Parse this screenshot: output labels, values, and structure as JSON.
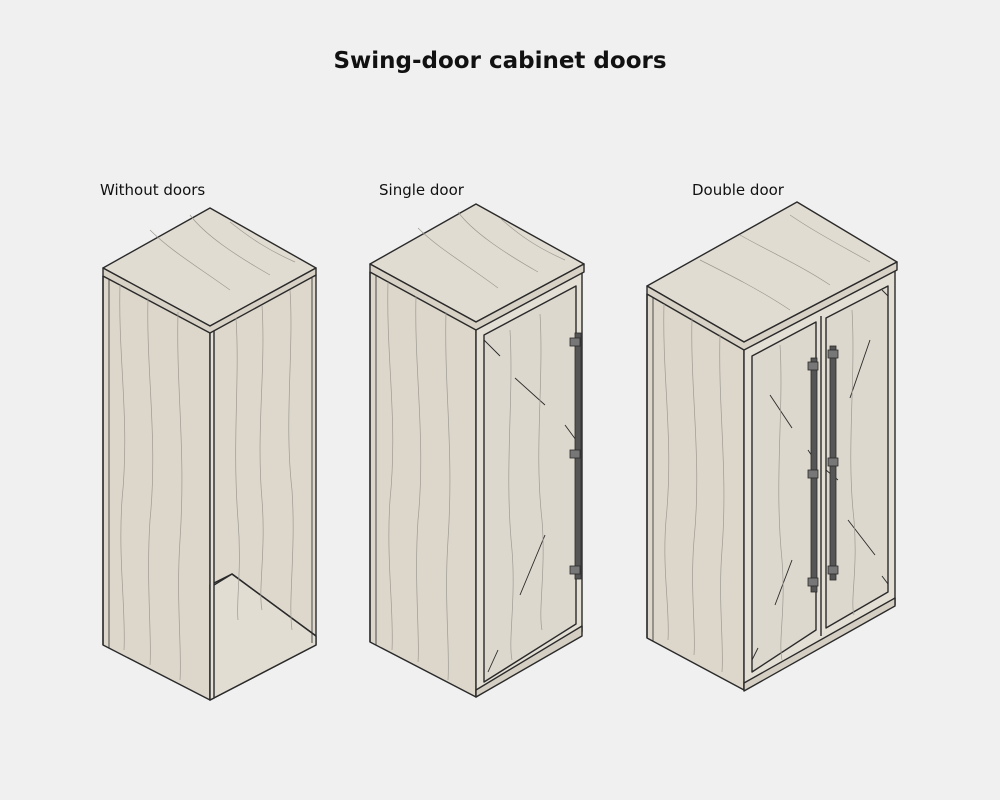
{
  "title": "Swing-door cabinet doors",
  "figures": [
    {
      "label": "Without doors"
    },
    {
      "label": "Single door"
    },
    {
      "label": "Double door"
    }
  ],
  "colors": {
    "background": "#f0f0f0",
    "wood_top": "#e1dcd2",
    "wood_side": "#dcd6cb",
    "wood_front": "#e3ded4",
    "glass": "#ddd8ce",
    "edge": "#2a2a2a",
    "grain": "#9e9a92",
    "handle": "#555555"
  }
}
